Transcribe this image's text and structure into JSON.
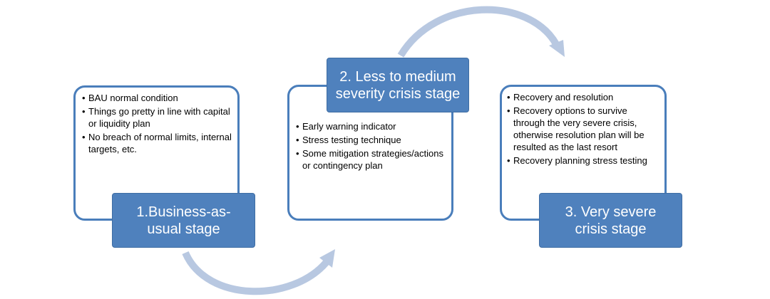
{
  "stages": [
    {
      "title": "1.Business-as-usual stage",
      "bullets": [
        "BAU normal condition",
        "Things go pretty in line with capital or liquidity plan",
        "No breach of normal limits, internal targets, etc."
      ]
    },
    {
      "title": "2. Less to medium severity crisis stage",
      "bullets": [
        "Early warning indicator",
        "Stress testing technique",
        "Some mitigation strategies/actions or contingency plan"
      ]
    },
    {
      "title": "3. Very severe crisis stage",
      "bullets": [
        "Recovery and resolution",
        "Recovery options to survive through the very severe crisis, otherwise resolution plan will be resulted as the last resort",
        "Recovery planning stress testing"
      ]
    }
  ],
  "colors": {
    "header_fill": "#4f81bd",
    "card_border": "#4a7ebb",
    "arrow": "#b8c8e1"
  },
  "icons": [
    "curved-arrow-icon",
    "curved-arrow-icon"
  ]
}
